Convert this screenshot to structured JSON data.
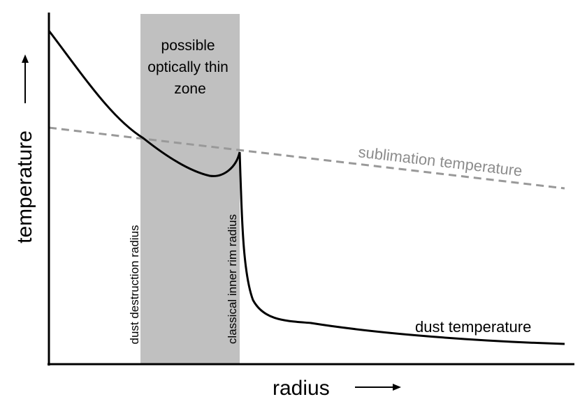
{
  "labels": {
    "y_axis": "temperature",
    "x_axis": "radius",
    "zone": [
      "possible",
      "optically thin",
      "zone"
    ],
    "sublimation": "sublimation temperature",
    "dust_temperature": "dust temperature",
    "dust_destruction_radius": "dust destruction radius",
    "classical_inner_rim_radius": "classical inner rim radius"
  },
  "colors": {
    "zone_fill": "#c0c0c0",
    "curve": "#000000",
    "sublimation_line": "#999999",
    "sublimation_text": "#8c8c8c",
    "axes": "#000000",
    "text": "#000000"
  },
  "icons": {
    "axis_arrow": "long-right-arrow"
  }
}
